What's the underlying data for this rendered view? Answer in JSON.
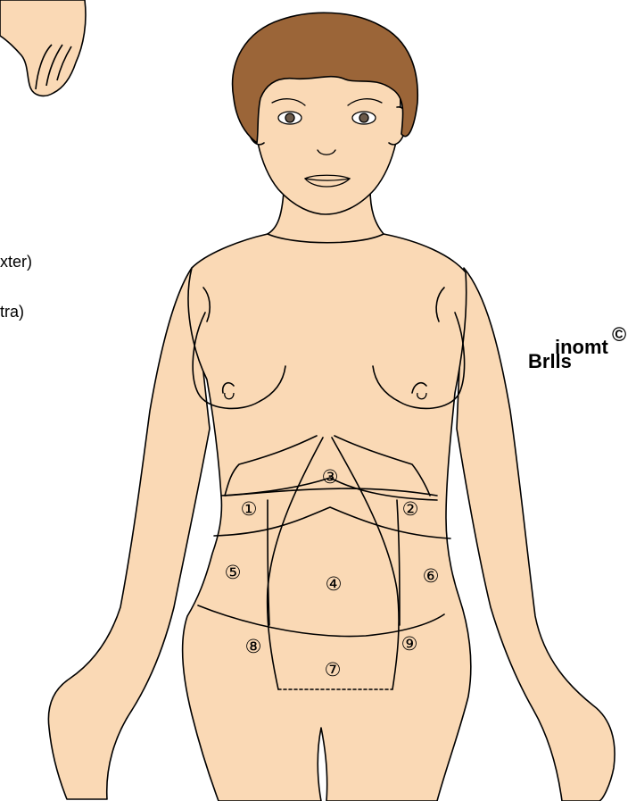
{
  "labels": {
    "left_label_1": "xter)",
    "left_label_2": "tra)"
  },
  "logo": {
    "line1": "inomt",
    "copyright": "©",
    "line2": "Brlls"
  },
  "regions": [
    {
      "id": "region-1",
      "text": "①"
    },
    {
      "id": "region-2",
      "text": "②"
    },
    {
      "id": "region-3",
      "text": "③"
    },
    {
      "id": "region-4",
      "text": "④"
    },
    {
      "id": "region-5",
      "text": "⑤"
    },
    {
      "id": "region-6",
      "text": "⑥"
    },
    {
      "id": "region-7",
      "text": "⑦"
    },
    {
      "id": "region-8",
      "text": "⑧"
    },
    {
      "id": "region-9",
      "text": "⑨"
    }
  ],
  "colors": {
    "skin": "#FAD9B5",
    "hair": "#9B6538",
    "outline": "#000000",
    "background": "#FFFFFF"
  }
}
